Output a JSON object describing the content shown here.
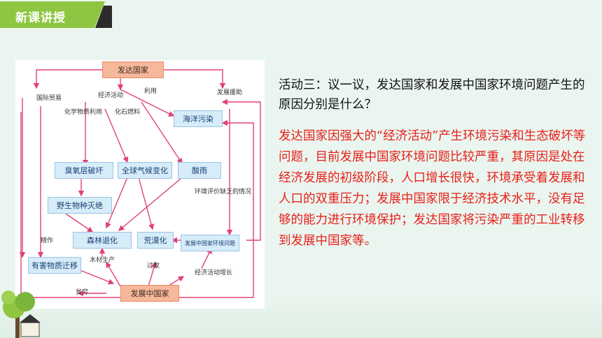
{
  "header": {
    "title": "新课讲授"
  },
  "diagram": {
    "nodes": {
      "developed": "发达国家",
      "ocean": "海洋污染",
      "ozone": "臭氧层破坏",
      "climate": "全球气候变化",
      "acid": "酸雨",
      "wildlife": "野生物种灭绝",
      "forest": "森林退化",
      "desert": "荒漠化",
      "problems": "发展中国家环境问题",
      "hazard": "有害物质迁移",
      "developing": "发展中国家"
    },
    "labels": {
      "trade": "国际贸易",
      "econ": "经济活动",
      "use": "利用",
      "aid": "发展援助",
      "chem": "化学物质利用",
      "fossil": "化石燃料",
      "assess": "环境评价缺乏的情况",
      "fine": "精作",
      "timber": "木材生产",
      "graze": "过牧",
      "poor": "贫穷",
      "growth": "经济活动增长"
    }
  },
  "question": "活动三：议一议，发达国家和发展中国家环境问题产生的原因分别是什么？",
  "answer": "发达国家因强大的“经济活动”产生环境污染和生态破坏等问题，目前发展中国家环境问题比较严重，其原因是处在经济发展的初级阶段，人口增长很快，环境承受着发展和人口的双重压力；发展中国家限于经济技术水平，没有足够的能力进行环境保护；发达国家将污染严重的工业转移到发展中国家等。",
  "colors": {
    "arrow": "#e0407a",
    "header": "#8ec641",
    "node": "#d6ecf9",
    "orange": "#f7b79b",
    "answer": "#e8201a"
  }
}
